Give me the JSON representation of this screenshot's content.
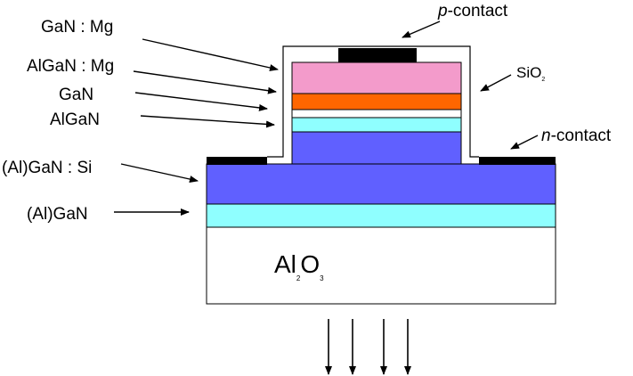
{
  "labels": {
    "gan_mg": "GaN : Mg",
    "algan_mg": "AlGaN : Mg",
    "gan": "GaN",
    "algan": "AlGaN",
    "algan_si": "(Al)GaN : Si",
    "algan_buffer": "(Al)GaN",
    "p_contact_italic": "p",
    "p_contact_rest": "-contact",
    "n_contact_italic": "n",
    "n_contact_rest": "-contact",
    "sio2_main": "SiO",
    "sio2_sub": "2",
    "substrate_al": "Al",
    "substrate_al_sub": "2",
    "substrate_o": "O",
    "substrate_o_sub": "3"
  },
  "colors": {
    "gan_mg_layer": "#f39bcb",
    "gan_layer": "#ff6600",
    "algan_layer": "#8fffff",
    "si_doped_layer": "#6060ff",
    "contact": "#000000",
    "substrate": "#ffffff",
    "outline": "#000000"
  },
  "icons": {
    "emission_arrows": "down-arrow-icon",
    "pointer_arrows": "arrow-icon"
  }
}
